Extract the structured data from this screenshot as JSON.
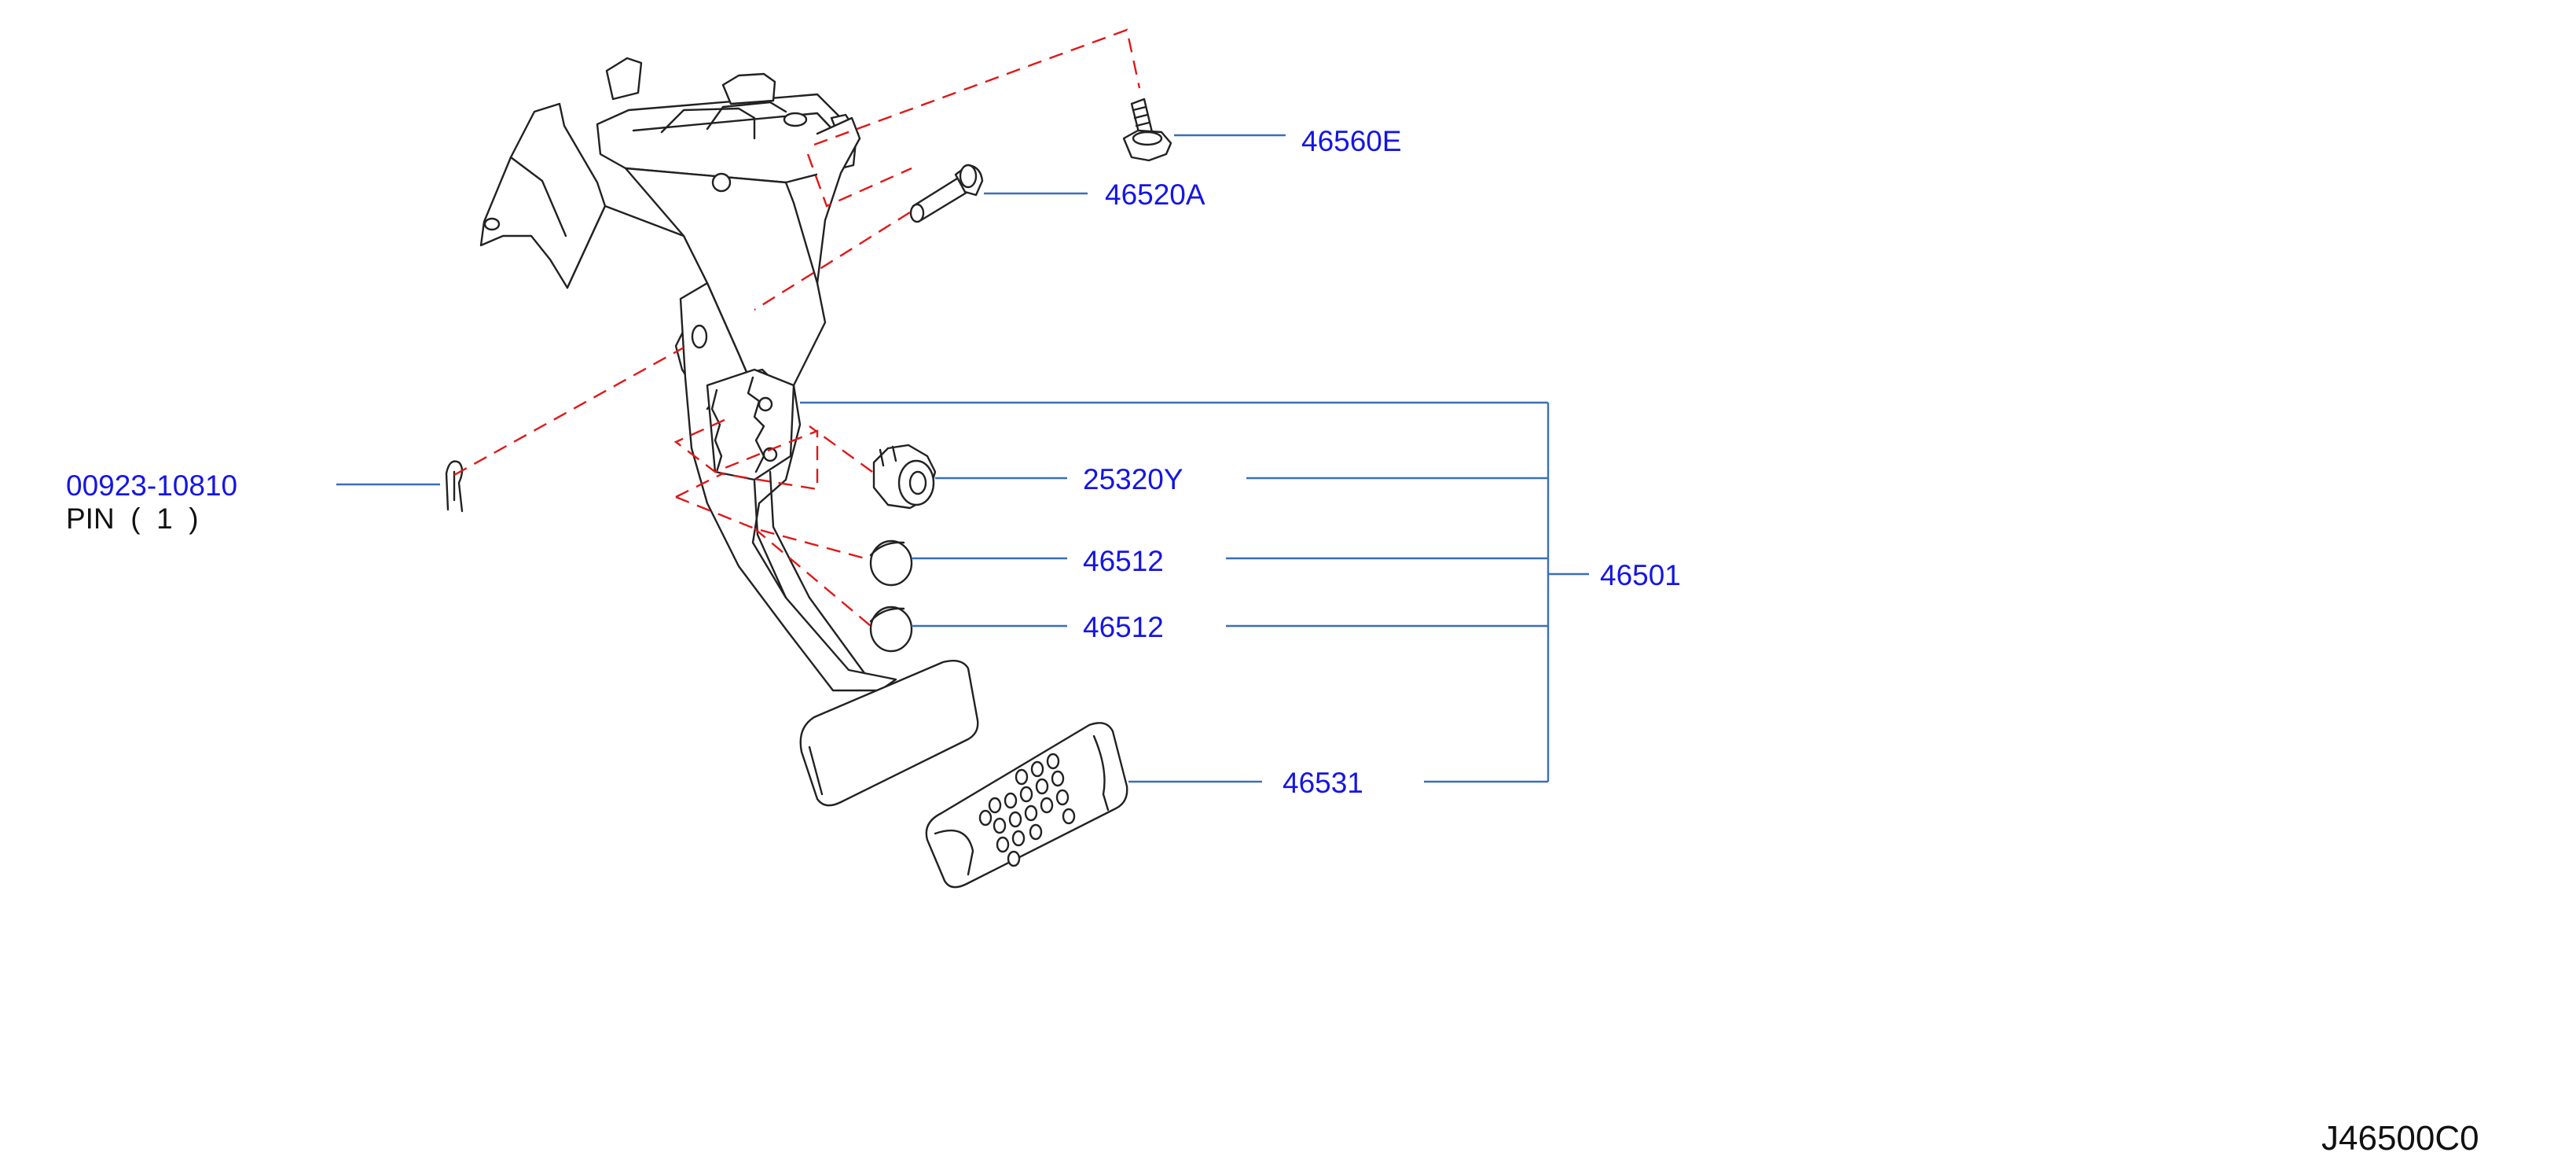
{
  "diagram": {
    "pin_part_number": "00923-10810",
    "pin_caption": "PIN  (  1  )",
    "callouts": {
      "bolt_46560E": "46560E",
      "pin_46520A": "46520A",
      "bushing_25320Y": "25320Y",
      "stopper_46512_upper": "46512",
      "stopper_46512_lower": "46512",
      "assembly_46501": "46501",
      "pad_46531": "46531"
    },
    "diagram_code": "J46500C0"
  }
}
